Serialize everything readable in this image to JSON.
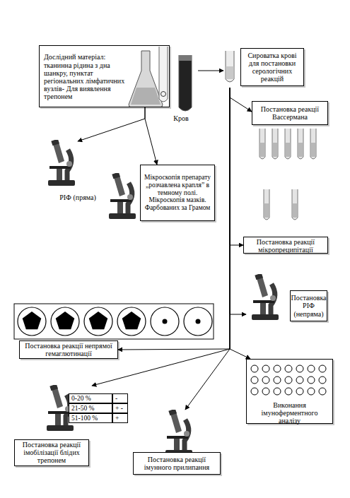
{
  "diagram": {
    "nodes": [
      {
        "text": [
          "Дослідний матеріал: тканинна рідина з дна шанкру, пунктат регіональних лімфатичних вузлів- Для виявлення трепонем"
        ]
      },
      {
        "text": [
          "Кров"
        ]
      },
      {
        "text": [
          "Сироватка крові для постановки серологічних реакцій"
        ]
      },
      {
        "text": [
          "Постановка реакції Вассермана"
        ]
      },
      {
        "text": [
          "РІФ (пряма)"
        ]
      },
      {
        "text": [
          "Мікроскопія препарату „розчавлена крапля” в темному полі. Мікроскопія мазків. Фарбованих за Грамом"
        ]
      },
      {
        "text": [
          "Постановка реакції мікропреципітації"
        ]
      },
      {
        "text": [
          "Постановка РІФ (непряма)"
        ]
      },
      {
        "text": [
          "Постановка реакції непрямої гемаглютинації"
        ]
      },
      {
        "text": [
          "Виконання імуноферментного аналізу"
        ]
      },
      {
        "text": [
          "Постановка реакції імобілізації блідих трепонем"
        ]
      },
      {
        "text": [
          "Постановка реакції імунного прилипання"
        ]
      }
    ],
    "edges": [
      {
        "from": 0,
        "to": 4,
        "arrow": "to"
      },
      {
        "from": 0,
        "to": 5,
        "arrow": "to"
      },
      {
        "from": 1,
        "to": 2,
        "arrow": "to"
      },
      {
        "from": 2,
        "to": 3,
        "arrow": "to"
      },
      {
        "from": 2,
        "to": 6,
        "arrow": "to"
      },
      {
        "from": 2,
        "to": 7,
        "arrow": "to"
      },
      {
        "from": 2,
        "to": 8,
        "arrow": "to"
      },
      {
        "from": 2,
        "to": 9,
        "arrow": "to"
      },
      {
        "from": 2,
        "to": 10,
        "arrow": "to"
      },
      {
        "from": 2,
        "to": 11,
        "arrow": "to"
      }
    ],
    "labels": [
      "0-20 %",
      "-",
      "21-50 %",
      "+ -",
      "51-100 %",
      "+"
    ]
  }
}
